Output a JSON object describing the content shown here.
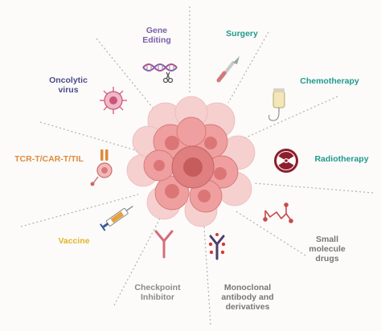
{
  "labels": {
    "gene_editing": {
      "line1": "Gene",
      "line2": "Editing"
    },
    "surgery": "Surgery",
    "oncolytic_virus": {
      "line1": "Oncolytic",
      "line2": "virus"
    },
    "chemotherapy": "Chemotherapy",
    "tcr": "TCR-T/CAR-T/TIL",
    "radiotherapy": "Radiotherapy",
    "vaccine": "Vaccine",
    "small_molecule": {
      "line1": "Small",
      "line2": "molecule",
      "line3": "drugs"
    },
    "checkpoint": {
      "line1": "Checkpoint",
      "line2": "Inhibitor"
    },
    "monoclonal": {
      "line1": "Monoclonal",
      "line2": "antibody and",
      "line3": "derivatives"
    }
  },
  "colors": {
    "gene_editing": "#7a5ea8",
    "surgery": "#1f9a8e",
    "oncolytic_virus": "#4a4a8c",
    "chemotherapy": "#1f9a8e",
    "tcr": "#e08a3c",
    "radiotherapy": "#1f9a8e",
    "vaccine": "#e0b52a",
    "small_molecule": "#777777",
    "checkpoint": "#8a8a8a",
    "monoclonal": "#777777",
    "tumor": "#e78b8b",
    "divider": "#b0b0b0"
  },
  "icons": [
    "dna-scissors-icon",
    "scalpel-icon",
    "virus-icon",
    "iv-bag-icon",
    "t-cell-icon",
    "radiation-icon",
    "syringe-icon",
    "molecule-icon",
    "checkpoint-antibody-icon",
    "antibody-conjugate-icon",
    "tumor-cluster-icon"
  ]
}
